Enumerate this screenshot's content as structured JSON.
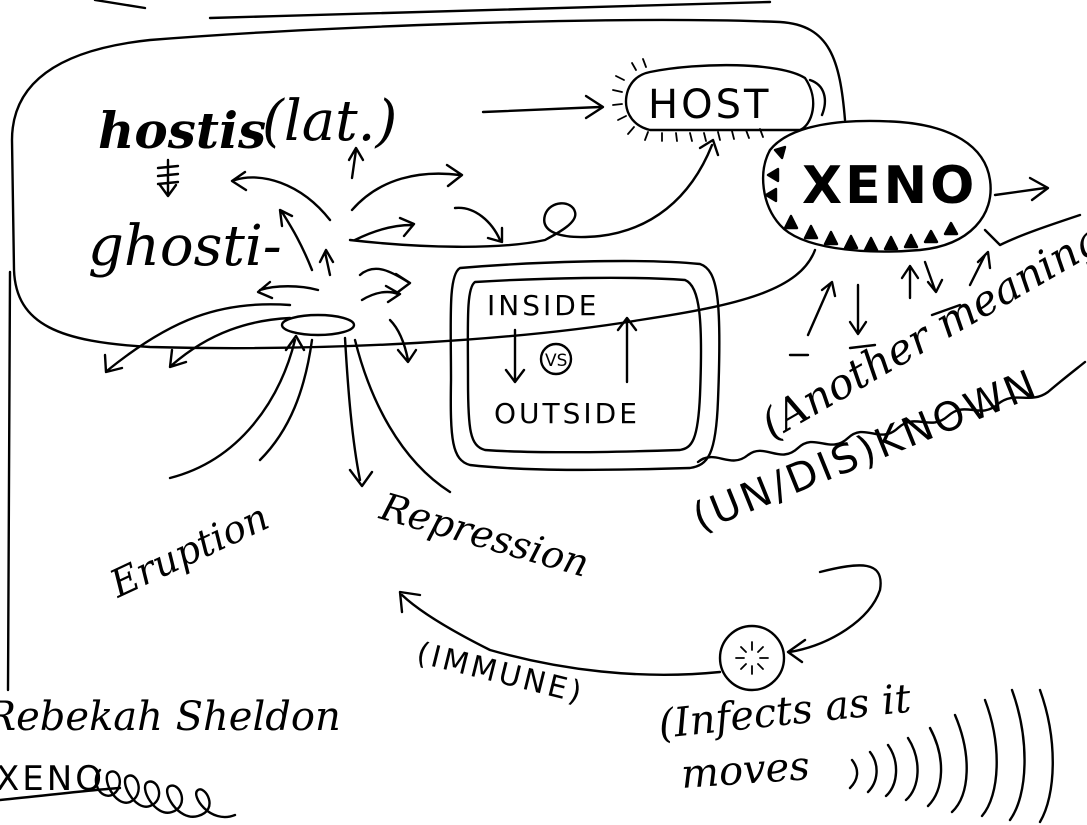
{
  "labels": {
    "hostis": "hostis",
    "lat": "(lat.)",
    "ghosti": "ghosti-",
    "host": "HOST",
    "xeno": "XENO",
    "inside": "INSIDE",
    "vs": "VS",
    "outside": "OUTSIDE",
    "another_meaning": "(Another meaning)",
    "undisknown": "(UN/DIS)KNOWN",
    "eruption": "Eruption",
    "repression": "Repression",
    "immune": "(IMMUNE)",
    "infects_line1": "(Infects as it",
    "infects_line2": "moves",
    "author": "Rebekah Sheldon",
    "xeno_small": "XENO"
  },
  "colors": {
    "ink": "#000000",
    "paper": "#ffffff"
  }
}
